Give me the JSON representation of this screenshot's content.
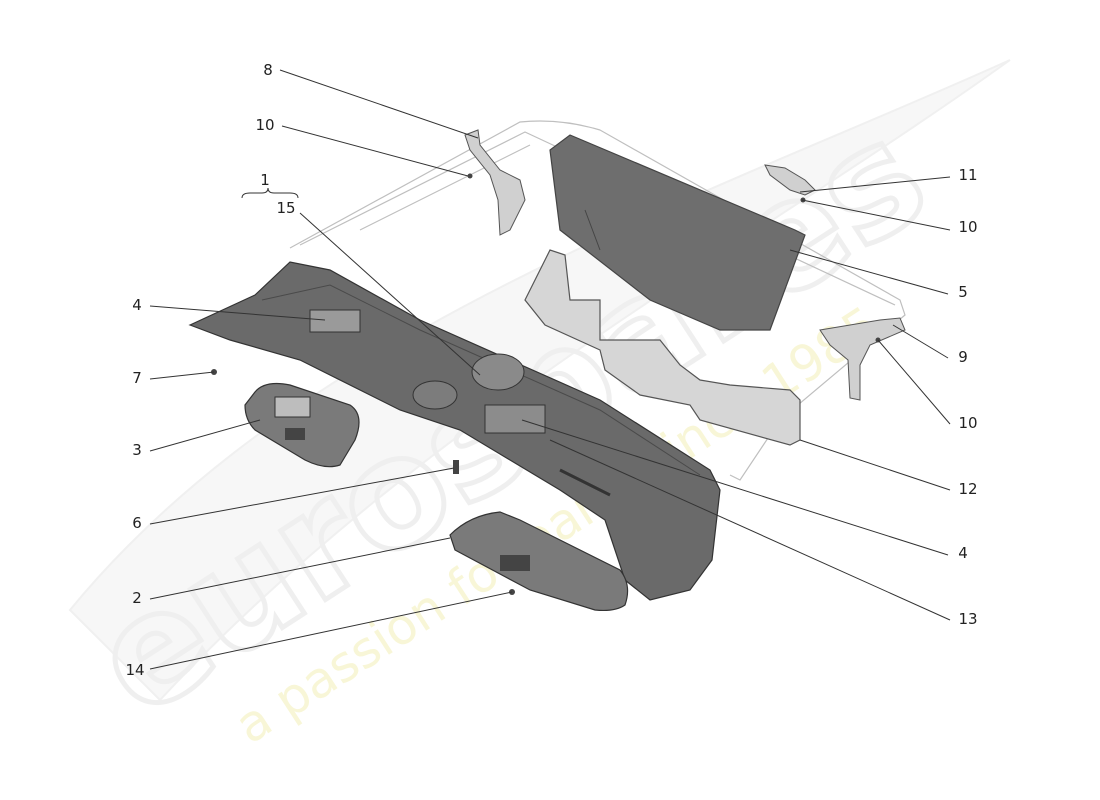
{
  "watermark": {
    "brand": "eurospares",
    "slogan": "a passion for parts since 1985"
  },
  "callouts": [
    {
      "label": "8"
    },
    {
      "label": "10"
    },
    {
      "label": "1"
    },
    {
      "label": "15"
    },
    {
      "label": "4"
    },
    {
      "label": "7"
    },
    {
      "label": "3"
    },
    {
      "label": "6"
    },
    {
      "label": "2"
    },
    {
      "label": "14"
    },
    {
      "label": "11"
    },
    {
      "label": "10"
    },
    {
      "label": "5"
    },
    {
      "label": "9"
    },
    {
      "label": "10"
    },
    {
      "label": "12"
    },
    {
      "label": "4"
    },
    {
      "label": "13"
    }
  ]
}
